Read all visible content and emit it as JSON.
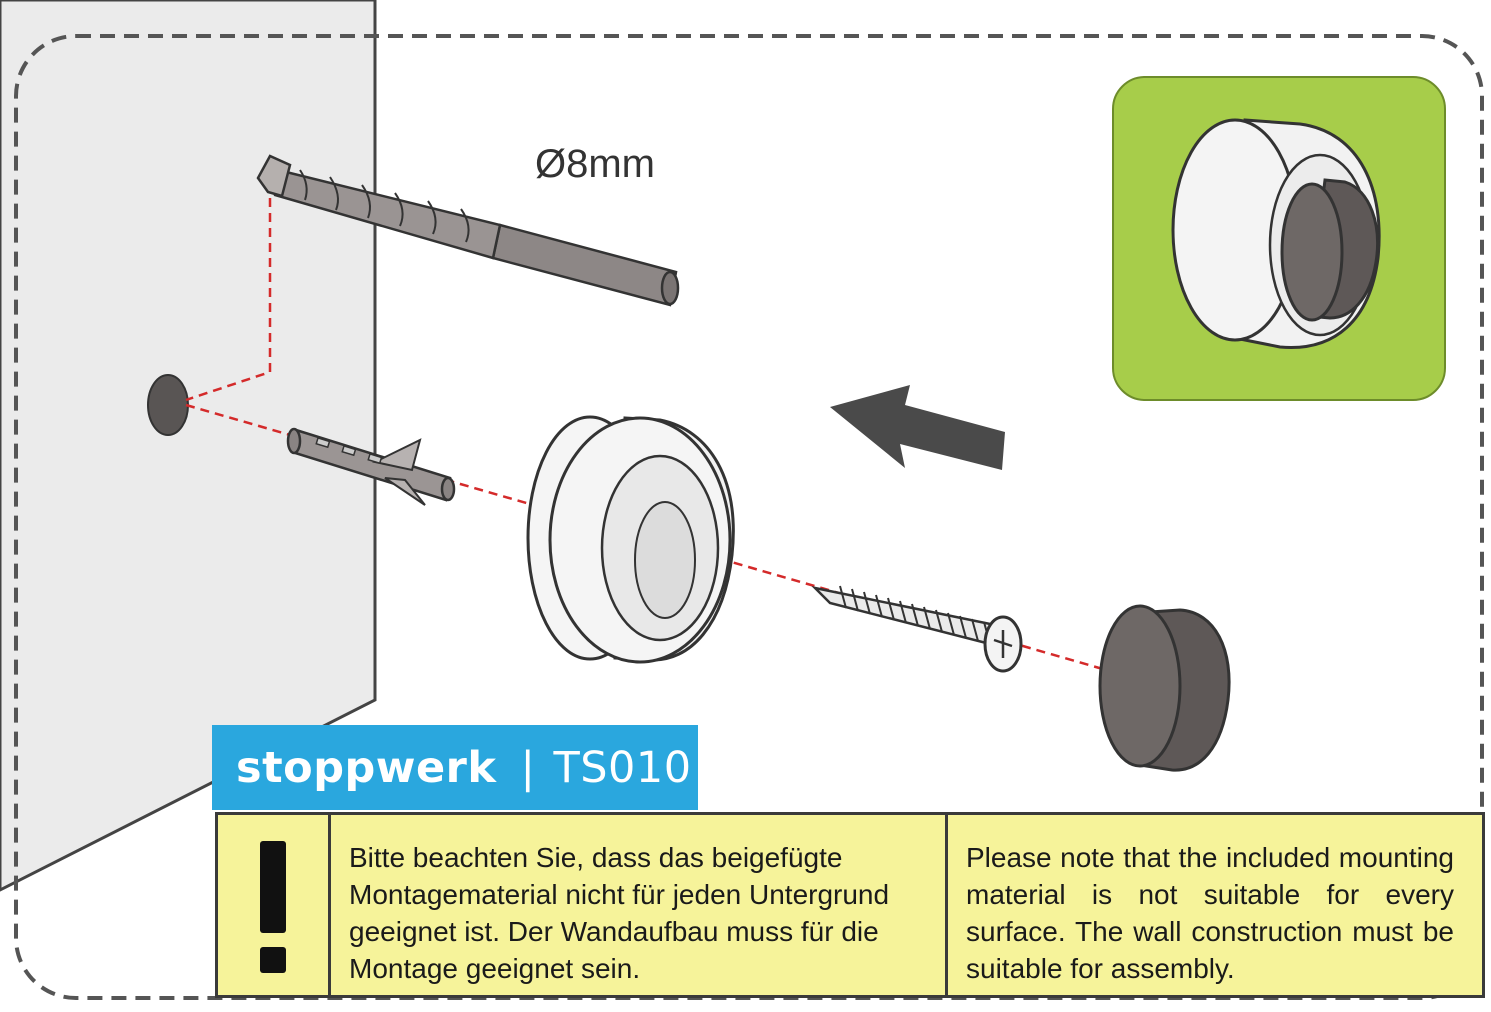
{
  "diagram": {
    "drill_label": "Ø8mm"
  },
  "brand": {
    "name": "stoppwerk",
    "separator": "|",
    "model": "TS010"
  },
  "notice": {
    "icon": "exclamation-icon",
    "text_de": "Bitte beachten Sie, dass das beigefügte Montagematerial nicht für jeden Untergrund geeignet ist. Der Wandaufbau muss für die Montage geeignet sein.",
    "text_en": "Please note that the included mounting material is not suitable for every surface. The wall construction must be suitable for assembly."
  },
  "colors": {
    "accent_blue": "#2aa7de",
    "notice_yellow": "#f6f39a",
    "inset_green": "#a7cd4a",
    "guide_red": "#d42a2a",
    "rubber_dark": "#6e6866"
  }
}
